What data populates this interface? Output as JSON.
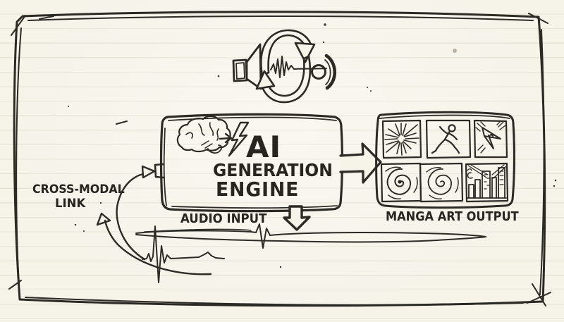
{
  "diagram": {
    "kind": "hand-drawn sketch on ruled paper",
    "engine_box": {
      "title_line1": "AI",
      "title_line2": "GENERATION",
      "title_line3": "ENGINE"
    },
    "labels": {
      "audio_input": "AUDIO INPUT",
      "cross_modal_line1": "CROSS-MODAL",
      "cross_modal_line2": "LINK",
      "manga_art_output": "MANGA ART OUTPUT"
    },
    "icons": {
      "top_cluster": [
        "speaker-icon",
        "cycle-arrows-icon",
        "audio-waveform-icon",
        "listener-dot-arc-icon"
      ],
      "engine": [
        "brain-icon",
        "small-right-arrow-icon",
        "lightning-bolt-icon"
      ],
      "connectors": [
        "input-port-arrow",
        "output-right-arrow",
        "output-down-arrow",
        "cross-modal-curve-arrows"
      ],
      "manga_panels": [
        "impact-burst",
        "running-figure",
        "paper-plane-swirl",
        "vortex-spiral",
        "vortex-spiral-2",
        "city-skyline"
      ]
    },
    "colors": {
      "paper": "#f6f3e9",
      "ruled_line": "#e7e3d5",
      "ink": "#2b2a25"
    }
  }
}
